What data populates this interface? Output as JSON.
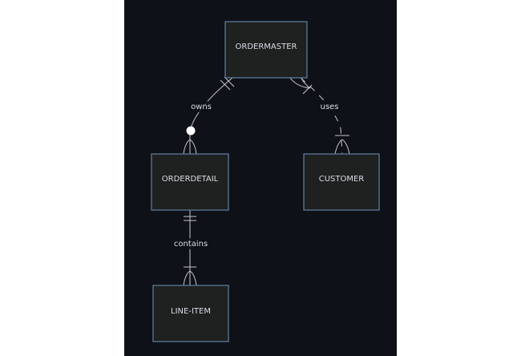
{
  "diagram": {
    "type": "entity-relationship",
    "colors": {
      "background": "#0e1117",
      "entity_fill": "#1f2020",
      "entity_border": "#5b7a99",
      "line": "#c8c8c8",
      "text": "#d8dde3"
    },
    "entities": [
      {
        "id": "ordermaster",
        "name": "ORDERMASTER"
      },
      {
        "id": "orderdetail",
        "name": "ORDERDETAIL"
      },
      {
        "id": "customer",
        "name": "CUSTOMER"
      },
      {
        "id": "line_item",
        "name": "LINE-ITEM"
      }
    ],
    "relationships": [
      {
        "id": "owns",
        "label": "owns",
        "from": "ordermaster",
        "to": "orderdetail",
        "from_cardinality": "exactly-one",
        "to_cardinality": "zero-or-more",
        "identifying": true
      },
      {
        "id": "uses",
        "label": "uses",
        "from": "ordermaster",
        "to": "customer",
        "from_cardinality": "one-or-more",
        "to_cardinality": "one-or-more",
        "identifying": false
      },
      {
        "id": "contains",
        "label": "contains",
        "from": "orderdetail",
        "to": "line_item",
        "from_cardinality": "exactly-one",
        "to_cardinality": "one-or-more",
        "identifying": true
      }
    ]
  }
}
